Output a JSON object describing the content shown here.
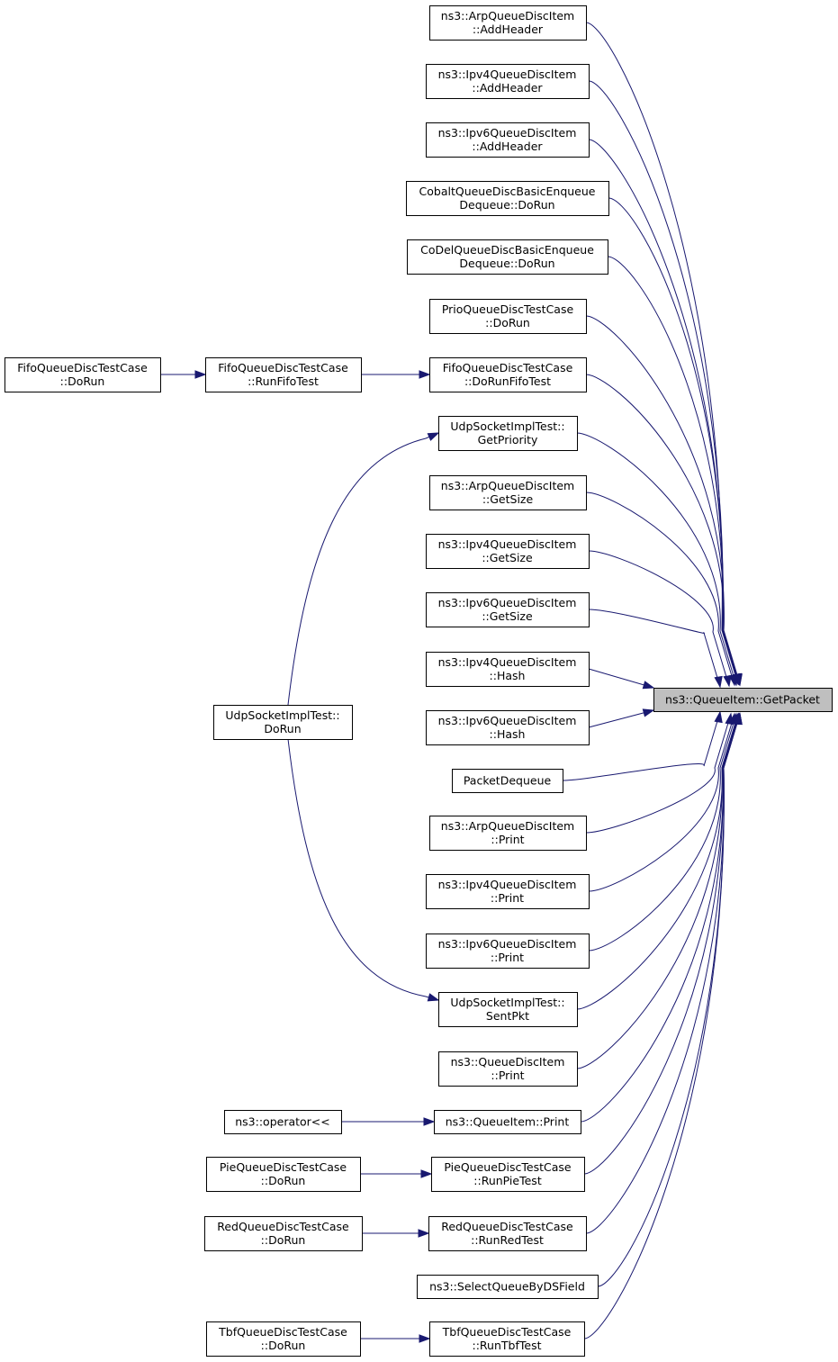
{
  "graph": {
    "root": {
      "id": "root",
      "lines": [
        "ns3::QueueItem::GetPacket"
      ]
    },
    "nodes": [
      {
        "id": "arp-addheader",
        "lines": [
          "ns3::ArpQueueDiscItem",
          "::AddHeader"
        ]
      },
      {
        "id": "ipv4-addheader",
        "lines": [
          "ns3::Ipv4QueueDiscItem",
          "::AddHeader"
        ]
      },
      {
        "id": "ipv6-addheader",
        "lines": [
          "ns3::Ipv6QueueDiscItem",
          "::AddHeader"
        ]
      },
      {
        "id": "cobalt-dorun",
        "lines": [
          "CobaltQueueDiscBasicEnqueue",
          "Dequeue::DoRun"
        ]
      },
      {
        "id": "codel-dorun",
        "lines": [
          "CoDelQueueDiscBasicEnqueue",
          "Dequeue::DoRun"
        ]
      },
      {
        "id": "prio-dorun",
        "lines": [
          "PrioQueueDiscTestCase",
          "::DoRun"
        ]
      },
      {
        "id": "fifo-dorunfifo",
        "lines": [
          "FifoQueueDiscTestCase",
          "::DoRunFifoTest"
        ]
      },
      {
        "id": "fifo-runfifo",
        "lines": [
          "FifoQueueDiscTestCase",
          "::RunFifoTest"
        ]
      },
      {
        "id": "fifo-dorun",
        "lines": [
          "FifoQueueDiscTestCase",
          "::DoRun"
        ]
      },
      {
        "id": "udp-getpriority",
        "lines": [
          "UdpSocketImplTest::",
          "GetPriority"
        ]
      },
      {
        "id": "udp-dorun",
        "lines": [
          "UdpSocketImplTest::",
          "DoRun"
        ]
      },
      {
        "id": "arp-getsize",
        "lines": [
          "ns3::ArpQueueDiscItem",
          "::GetSize"
        ]
      },
      {
        "id": "ipv4-getsize",
        "lines": [
          "ns3::Ipv4QueueDiscItem",
          "::GetSize"
        ]
      },
      {
        "id": "ipv6-getsize",
        "lines": [
          "ns3::Ipv6QueueDiscItem",
          "::GetSize"
        ]
      },
      {
        "id": "ipv4-hash",
        "lines": [
          "ns3::Ipv4QueueDiscItem",
          "::Hash"
        ]
      },
      {
        "id": "ipv6-hash",
        "lines": [
          "ns3::Ipv6QueueDiscItem",
          "::Hash"
        ]
      },
      {
        "id": "packetdequeue",
        "lines": [
          "PacketDequeue"
        ]
      },
      {
        "id": "arp-print",
        "lines": [
          "ns3::ArpQueueDiscItem",
          "::Print"
        ]
      },
      {
        "id": "ipv4-print",
        "lines": [
          "ns3::Ipv4QueueDiscItem",
          "::Print"
        ]
      },
      {
        "id": "ipv6-print",
        "lines": [
          "ns3::Ipv6QueueDiscItem",
          "::Print"
        ]
      },
      {
        "id": "udp-sentpkt",
        "lines": [
          "UdpSocketImplTest::",
          "SentPkt"
        ]
      },
      {
        "id": "qdi-print",
        "lines": [
          "ns3::QueueDiscItem",
          "::Print"
        ]
      },
      {
        "id": "qi-print",
        "lines": [
          "ns3::QueueItem::Print"
        ]
      },
      {
        "id": "operator",
        "lines": [
          "ns3::operator<<"
        ]
      },
      {
        "id": "pie-runpie",
        "lines": [
          "PieQueueDiscTestCase",
          "::RunPieTest"
        ]
      },
      {
        "id": "pie-dorun",
        "lines": [
          "PieQueueDiscTestCase",
          "::DoRun"
        ]
      },
      {
        "id": "red-runred",
        "lines": [
          "RedQueueDiscTestCase",
          "::RunRedTest"
        ]
      },
      {
        "id": "red-dorun",
        "lines": [
          "RedQueueDiscTestCase",
          "::DoRun"
        ]
      },
      {
        "id": "selectqueue",
        "lines": [
          "ns3::SelectQueueByDSField"
        ]
      },
      {
        "id": "tbf-runtbf",
        "lines": [
          "TbfQueueDiscTestCase",
          "::RunTbfTest"
        ]
      },
      {
        "id": "tbf-dorun",
        "lines": [
          "TbfQueueDiscTestCase",
          "::DoRun"
        ]
      }
    ],
    "edges": [
      {
        "from": "arp-addheader",
        "to": "root"
      },
      {
        "from": "ipv4-addheader",
        "to": "root"
      },
      {
        "from": "ipv6-addheader",
        "to": "root"
      },
      {
        "from": "cobalt-dorun",
        "to": "root"
      },
      {
        "from": "codel-dorun",
        "to": "root"
      },
      {
        "from": "prio-dorun",
        "to": "root"
      },
      {
        "from": "fifo-dorunfifo",
        "to": "root"
      },
      {
        "from": "fifo-runfifo",
        "to": "fifo-dorunfifo"
      },
      {
        "from": "fifo-dorun",
        "to": "fifo-runfifo"
      },
      {
        "from": "udp-getpriority",
        "to": "root"
      },
      {
        "from": "udp-dorun",
        "to": "udp-getpriority"
      },
      {
        "from": "arp-getsize",
        "to": "root"
      },
      {
        "from": "ipv4-getsize",
        "to": "root"
      },
      {
        "from": "ipv6-getsize",
        "to": "root"
      },
      {
        "from": "ipv4-hash",
        "to": "root"
      },
      {
        "from": "ipv6-hash",
        "to": "root"
      },
      {
        "from": "packetdequeue",
        "to": "root"
      },
      {
        "from": "arp-print",
        "to": "root"
      },
      {
        "from": "ipv4-print",
        "to": "root"
      },
      {
        "from": "ipv6-print",
        "to": "root"
      },
      {
        "from": "udp-sentpkt",
        "to": "root"
      },
      {
        "from": "udp-dorun",
        "to": "udp-sentpkt"
      },
      {
        "from": "qdi-print",
        "to": "root"
      },
      {
        "from": "qi-print",
        "to": "root"
      },
      {
        "from": "operator",
        "to": "qi-print"
      },
      {
        "from": "pie-runpie",
        "to": "root"
      },
      {
        "from": "pie-dorun",
        "to": "pie-runpie"
      },
      {
        "from": "red-runred",
        "to": "root"
      },
      {
        "from": "red-dorun",
        "to": "red-runred"
      },
      {
        "from": "selectqueue",
        "to": "root"
      },
      {
        "from": "tbf-runtbf",
        "to": "root"
      },
      {
        "from": "tbf-dorun",
        "to": "tbf-runtbf"
      }
    ],
    "colors": {
      "edge": "#191970",
      "node_border": "#000000",
      "node_fill": "#ffffff",
      "root_fill": "#bfbfbf"
    }
  }
}
